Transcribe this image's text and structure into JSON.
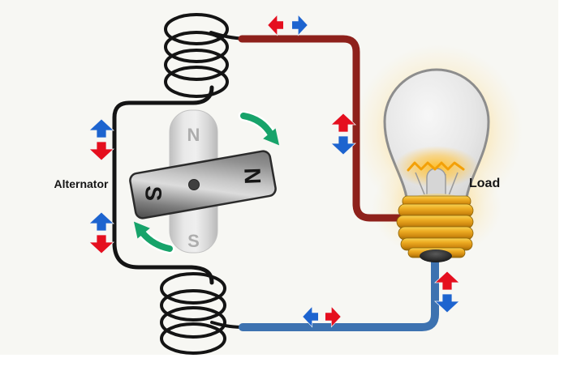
{
  "diagram": {
    "type": "alternator-circuit-diagram",
    "labels": {
      "alternator": "Alternator",
      "load": "Load"
    },
    "rotor_magnet": {
      "left_pole": "S",
      "right_pole": "N"
    },
    "stator_magnet": {
      "top_pole": "N",
      "bottom_pole": "S"
    },
    "arrows": {
      "left_wire_pair_top": [
        "blue-up",
        "red-down"
      ],
      "left_wire_pair_bottom": [
        "blue-up",
        "red-down"
      ],
      "top_wire_pair": [
        "red-left",
        "blue-right"
      ],
      "hot_wire_vertical_pair": [
        "red-up",
        "blue-down"
      ],
      "load_wire_vertical_pair": [
        "red-up",
        "blue-down"
      ],
      "bottom_wire_pair": [
        "blue-left",
        "red-right"
      ],
      "rotation": [
        "green-clockwise-top-right",
        "green-clockwise-bottom-left"
      ]
    },
    "icons": [
      "current-arrow-icon",
      "rotation-arrow-icon",
      "coil-icon",
      "bar-magnet-icon",
      "stator-magnet-icon",
      "light-bulb-icon"
    ],
    "colors": {
      "background": "#f7f7f3",
      "wire_hot": "#8e211b",
      "wire_neutral": "#3d72b0",
      "wire_coil_black": "#141414",
      "arrow_red": "#e50f1e",
      "arrow_blue": "#1d64cf",
      "rotation_green": "#17a36a",
      "bulb_glow": "#ffc43e",
      "screw_gold": "#edab22",
      "rotor_gray": "#9a9a9a",
      "stator_gray": "#d9d9d9"
    }
  }
}
